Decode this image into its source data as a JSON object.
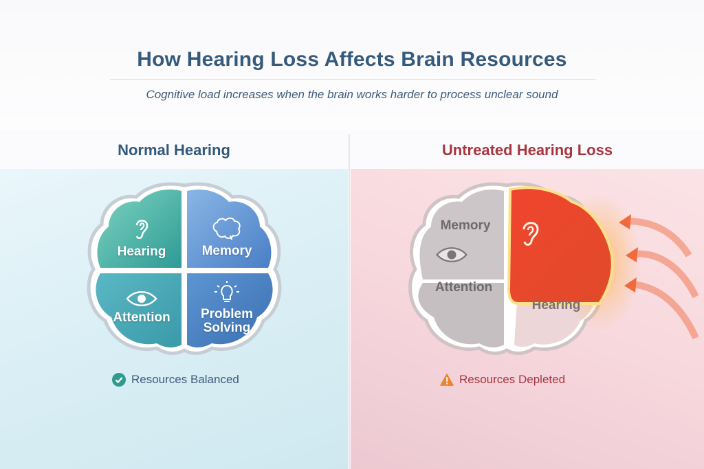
{
  "header": {
    "title": "How Hearing Loss Affects Brain Resources",
    "subtitle": "Cognitive load increases when the brain works harder to process unclear sound"
  },
  "panels": [
    {
      "title": "Normal Hearing",
      "title_color": "#33587a",
      "regions": [
        {
          "label": "Hearing",
          "icon": "ear-icon",
          "color": "#3fa9a0"
        },
        {
          "label": "Memory",
          "icon": "brain-icon",
          "color": "#5b8fd0"
        },
        {
          "label": "Attention",
          "icon": "eye-icon",
          "color": "#4aa7b5"
        },
        {
          "label": "Problem Solving",
          "label_line1": "Problem",
          "label_line2": "Solving",
          "icon": "lightbulb-icon",
          "color": "#4a80c0"
        }
      ],
      "status": {
        "icon": "check-circle-icon",
        "text": "Resources Balanced",
        "color": "#2d9b8f"
      }
    },
    {
      "title": "Untreated Hearing Loss",
      "title_color": "#a8353f",
      "regions": [
        {
          "label": "Memory",
          "icon": "none",
          "color": "#c9c2c4"
        },
        {
          "label": "",
          "icon": "ear-icon",
          "color": "#e8442c",
          "highlighted": true
        },
        {
          "label": "Attention",
          "icon": "eye-icon",
          "color": "#c4bcbe"
        },
        {
          "label": "Hearing",
          "icon": "none",
          "color": "#e8cfd1"
        }
      ],
      "status": {
        "icon": "warning-icon",
        "text": "Resources Depleted",
        "color": "#e88532"
      },
      "arrows": 3
    }
  ]
}
